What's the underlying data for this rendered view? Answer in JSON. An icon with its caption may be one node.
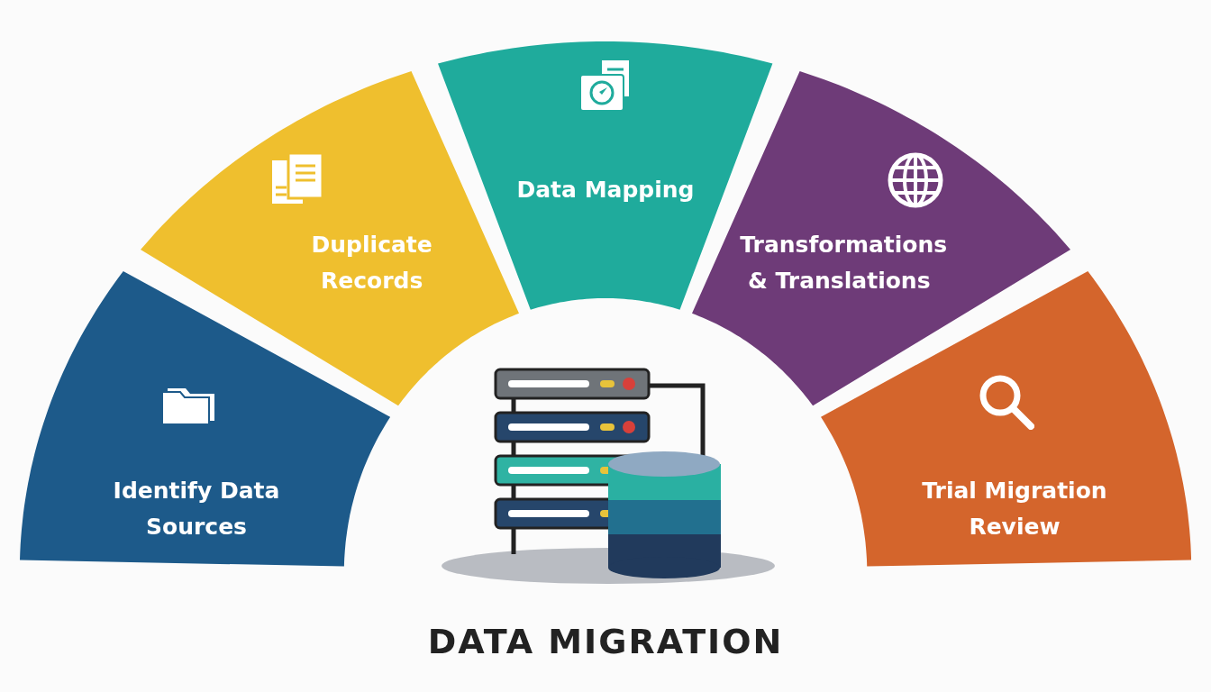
{
  "diagram": {
    "title": "DATA MIGRATION",
    "nodes": [
      {
        "text": [
          "Identify Data Sources"
        ]
      },
      {
        "text": [
          "Duplicate Records"
        ]
      },
      {
        "text": [
          "Data Mapping"
        ]
      },
      {
        "text": [
          "Transformations & Translations"
        ]
      },
      {
        "text": [
          "Trial Migration Review"
        ]
      }
    ]
  }
}
